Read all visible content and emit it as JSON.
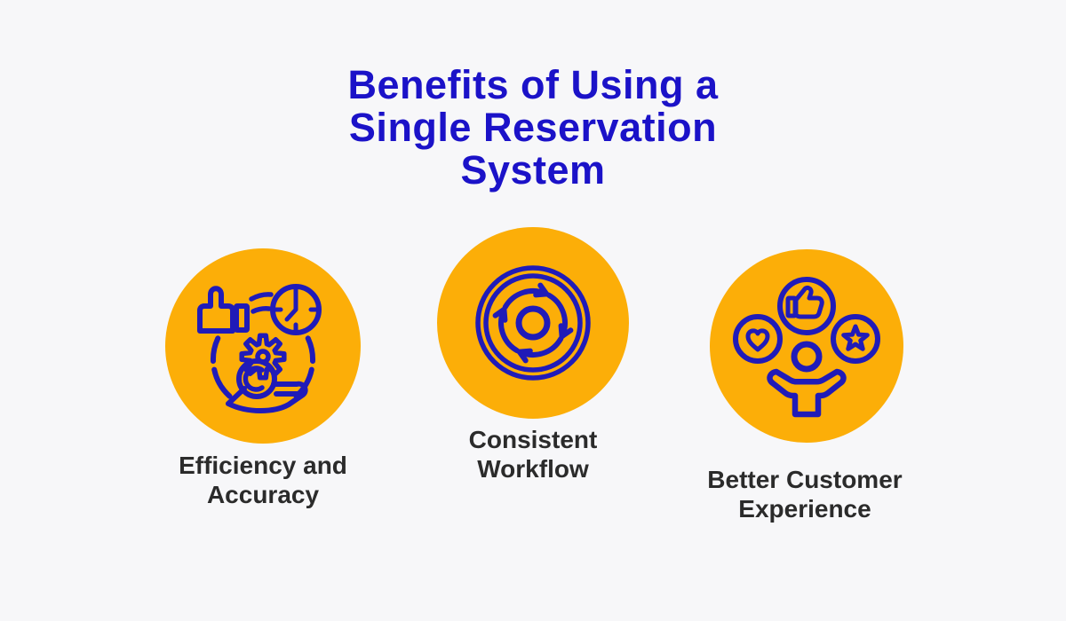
{
  "title": "Benefits of Using a\nSingle Reservation\nSystem",
  "colors": {
    "background": "#F7F7F9",
    "accent_orange": "#FCAE08",
    "title_blue": "#1B12C8",
    "icon_blue": "#201BB8",
    "label_dark": "#2B2B2B"
  },
  "benefits": [
    {
      "label": "Efficiency and\nAccuracy",
      "icon": "efficiency-icon",
      "icon_parts": [
        "thumbs-up",
        "clock",
        "gear",
        "hand-holding-coin",
        "cycle-arcs"
      ]
    },
    {
      "label": "Consistent\nWorkflow",
      "icon": "workflow-cycle-icon",
      "icon_parts": [
        "concentric-rings",
        "four-clockwise-arrows",
        "center-ring"
      ]
    },
    {
      "label": "Better Customer\nExperience",
      "icon": "customer-experience-icon",
      "icon_parts": [
        "thumbs-up-badge",
        "heart-badge",
        "star-badge",
        "person-open-arms"
      ]
    }
  ]
}
